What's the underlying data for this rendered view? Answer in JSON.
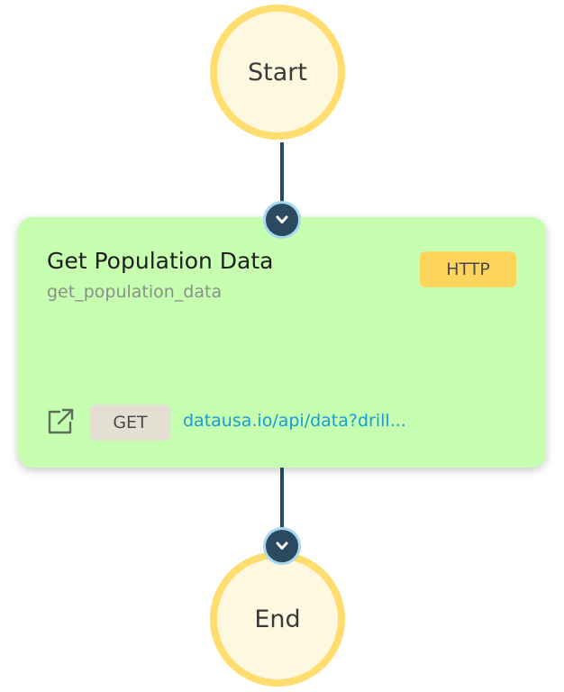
{
  "start_node": {
    "label": "Start"
  },
  "end_node": {
    "label": "End"
  },
  "task": {
    "title": "Get Population Data",
    "id": "get_population_data",
    "type_badge": "HTTP",
    "method": "GET",
    "url": "datausa.io/api/data?drill..."
  },
  "icons": {
    "expand_top": "chevron-down-icon",
    "expand_bottom": "chevron-down-icon",
    "open_link": "external-link-icon"
  },
  "colors": {
    "terminal_fill": "#fff8e1",
    "terminal_border": "#ffdd6e",
    "task_fill": "#c6ffb0",
    "connector": "#2b4a60",
    "http_badge": "#ffd45c",
    "method_badge": "#e3dfd2",
    "link": "#1a9bd7"
  }
}
